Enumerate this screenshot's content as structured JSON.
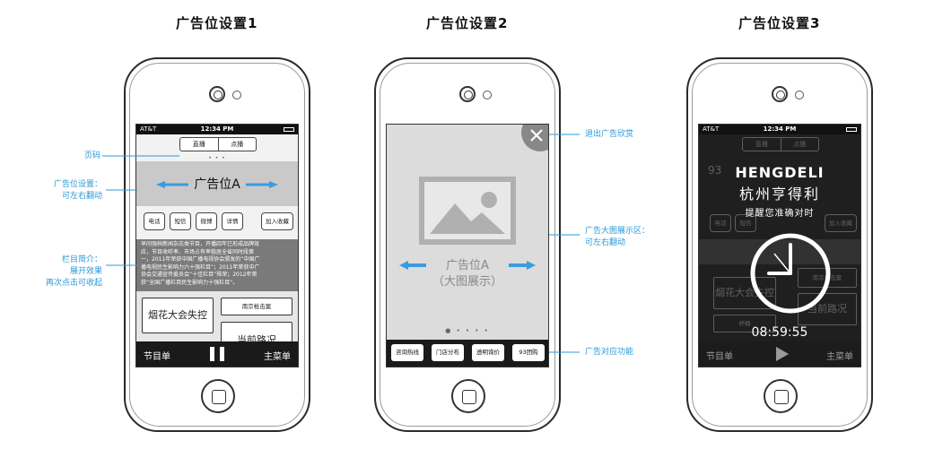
{
  "titles": [
    "广告位设置1",
    "广告位设置2",
    "广告位设置3"
  ],
  "status": {
    "carrier": "AT&T",
    "time": "12:34 PM"
  },
  "tabs": [
    "直播",
    "点播"
  ],
  "phone1": {
    "ad_label": "广告位A",
    "buttons": [
      "电话",
      "短信",
      "微博",
      "详情",
      "加入收藏"
    ],
    "intro_lines": [
      "早间强档新闻杂志类节目，开播四年已形成品牌效",
      "应，节目收听率、市场占有率稳居全省同时段第",
      "一，2011年荣获中国广播电视协会颁发的“中国广",
      "播电视民生影响力六十强栏目”；2011年荣获中广",
      "协会交通宣传委员会“十佳栏目”殊荣；2012年荣",
      "获“全国广播栏目民生影响力十强栏目”。"
    ],
    "tiles": [
      "烟花大会失控",
      "南京枪击案",
      "当前路况"
    ],
    "bottom_left": "节目单",
    "bottom_right": "主菜单"
  },
  "phone2": {
    "ad_label": "广告位A",
    "ad_sub": "（大图展示）",
    "dots": "● • • • •",
    "buttons": [
      "咨询热线",
      "门店分布",
      "透明询价",
      "93团购"
    ]
  },
  "phone3": {
    "program": "93",
    "brand_en": "HENGDELI",
    "brand_cn": "杭州亨得利",
    "slogan": "提醒您准确对时",
    "time": "08:59:55",
    "buttons": [
      "电话",
      "短信",
      "加入收藏"
    ],
    "tiles": [
      "烟花大会失控",
      "南京枪击案",
      "当前路况",
      "杯桶"
    ],
    "bottom_left": "节目单",
    "bottom_right": "主菜单"
  },
  "annotations": {
    "page": "页码",
    "ad_setting": [
      "广告位设置：",
      "可左右翻动"
    ],
    "intro": [
      "栏目简介：",
      "展开效果",
      "再次点击可收起"
    ],
    "exit": "退出广告欣赏",
    "big_area": [
      "广告大图展示区：",
      "可左右翻动"
    ],
    "func": "广告对应功能"
  },
  "colors": {
    "accent": "#2a98d8",
    "arrow": "#3a9be0"
  }
}
